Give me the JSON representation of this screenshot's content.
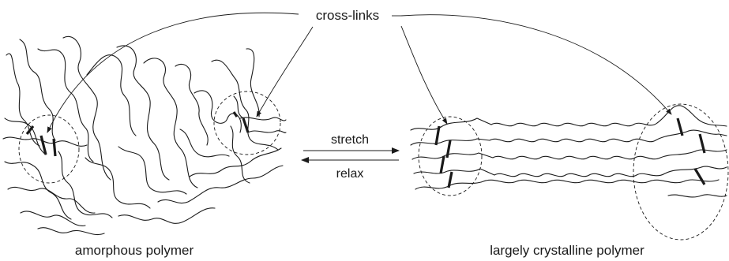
{
  "labels": {
    "crosslinks": "cross-links",
    "stretch": "stretch",
    "relax": "relax",
    "amorphous": "amorphous polymer",
    "crystalline": "largely crystalline polymer"
  },
  "colors": {
    "ink": "#1a1a1a",
    "background": "#ffffff"
  }
}
